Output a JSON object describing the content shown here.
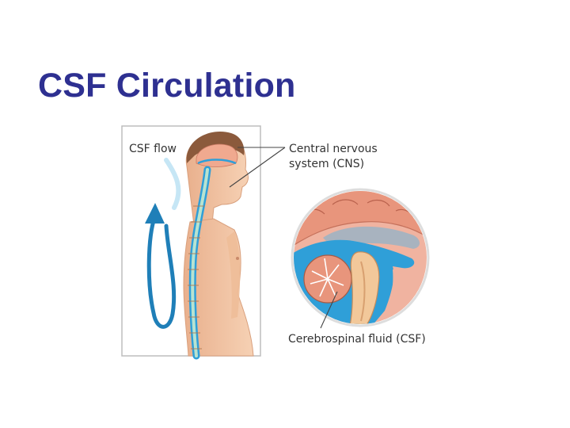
{
  "slide": {
    "title": "CSF Circulation"
  },
  "figure": {
    "labels": {
      "csf_flow": "CSF flow",
      "cns_line1": "Central nervous",
      "cns_line2": "system (CNS)",
      "csf": "Cerebrospinal fluid (CSF)"
    }
  },
  "colors": {
    "title": "#2e3091",
    "skin": "#f3c5a3",
    "csf_blue": "#2f9fd8",
    "flow_arrow": "#1f7fb8",
    "brain": "#e89a80"
  }
}
